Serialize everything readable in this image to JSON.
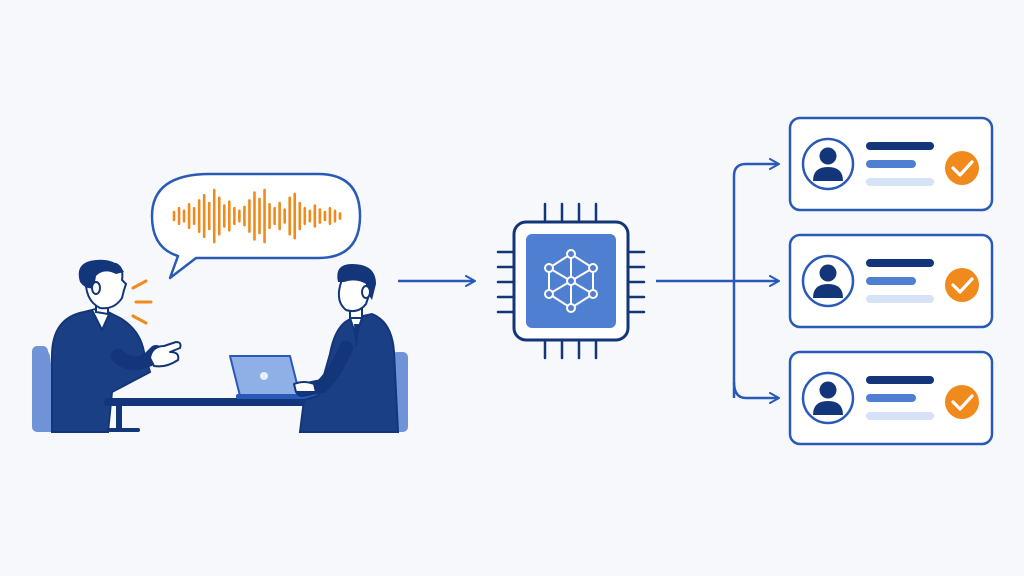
{
  "colors": {
    "background": "#f6f8fb",
    "navy": "#13357a",
    "blue": "#2a5ab8",
    "mid_blue": "#4f7fd0",
    "light_blue": "#a9c0e6",
    "pale_blue": "#d6e2f5",
    "orange": "#f08a1c",
    "white": "#ffffff",
    "skin": "#ffffff"
  },
  "icons": {
    "speech": "speech-bubble-icon",
    "waveform": "audio-waveform-icon",
    "chip": "ai-chip-icon",
    "network": "neural-network-icon",
    "profile": "user-profile-icon",
    "check": "checkmark-icon",
    "laptop": "laptop-icon"
  },
  "waveform": {
    "amplitudes": [
      0.15,
      0.3,
      0.2,
      0.45,
      0.3,
      0.6,
      0.8,
      0.5,
      1.0,
      0.7,
      0.4,
      0.55,
      0.3,
      0.2,
      0.35,
      0.6,
      0.9,
      0.65,
      1.0,
      0.45,
      0.3,
      0.5,
      0.25,
      0.7,
      0.85,
      0.5,
      0.3,
      0.2,
      0.4,
      0.25,
      0.15,
      0.3,
      0.2,
      0.1
    ]
  },
  "output_cards": [
    {
      "verified": true
    },
    {
      "verified": true
    },
    {
      "verified": true
    }
  ]
}
